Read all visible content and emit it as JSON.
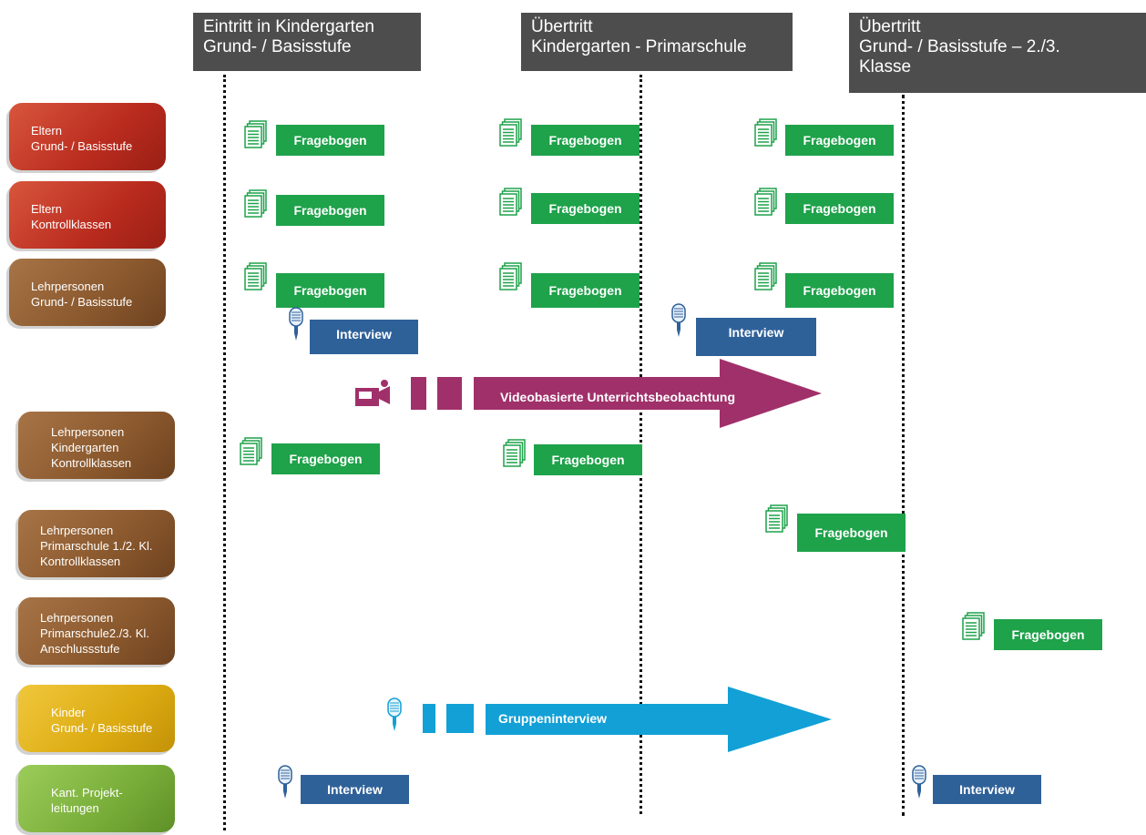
{
  "headers": [
    {
      "line1": "Eintritt in Kindergarten",
      "line2": "Grund- / Basisstufe",
      "line3": ""
    },
    {
      "line1": "Übertritt",
      "line2": "Kindergarten - Primarschule",
      "line3": ""
    },
    {
      "line1": "Übertritt",
      "line2": "Grund- / Basisstufe – 2./3.",
      "line3": "Klasse"
    }
  ],
  "roles": [
    {
      "lines": [
        "Eltern",
        "Grund- / Basisstufe"
      ],
      "color": "#b92b1e"
    },
    {
      "lines": [
        "Eltern",
        "Kontrollklassen"
      ],
      "color": "#b92b1e"
    },
    {
      "lines": [
        "Lehrpersonen",
        "Grund- / Basisstufe"
      ],
      "color": "#8a582d"
    },
    {
      "lines": [
        "Lehrpersonen",
        "Kindergarten",
        "Kontrollklassen"
      ],
      "color": "#8a582d"
    },
    {
      "lines": [
        "Lehrpersonen",
        "Primarschule 1./2. Kl.",
        "Kontrollklassen"
      ],
      "color": "#8a582d"
    },
    {
      "lines": [
        "Lehrpersonen",
        "Primarschule2./3. Kl.",
        "Anschlussstufe"
      ],
      "color": "#8a582d"
    },
    {
      "lines": [
        "Kinder",
        "Grund- / Basisstufe"
      ],
      "color": "#dcab12"
    },
    {
      "lines": [
        "Kant. Projekt-",
        "leitungen"
      ],
      "color": "#78ad39"
    }
  ],
  "labels": {
    "fragebogen": "Fragebogen",
    "interview": "Interview",
    "video": "Videobasierte Unterrichtsbeobachtung",
    "gruppe": "Gruppeninterview"
  },
  "colors": {
    "fragebogen": "#1ea24a",
    "interview": "#2f6199",
    "video_arrow": "#a0306a",
    "gruppe_arrow": "#12a0d6",
    "header": "#4d4d4d"
  }
}
